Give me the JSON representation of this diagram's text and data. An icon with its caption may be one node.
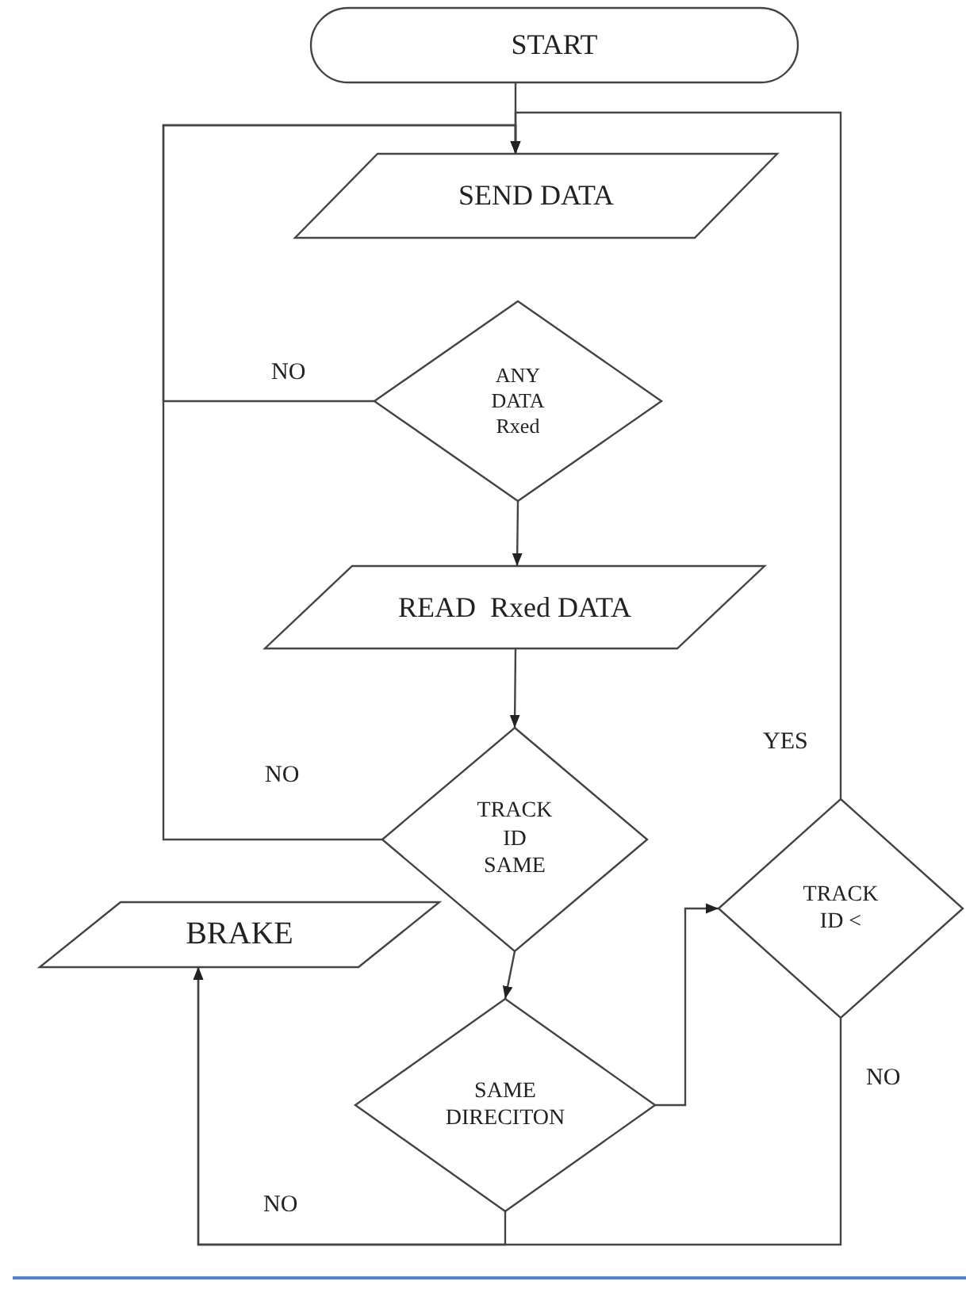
{
  "diagram": {
    "nodes": [
      {
        "text": [
          "START"
        ]
      },
      {
        "text": [
          "SEND DATA"
        ]
      },
      {
        "text": [
          "ANY DATA Rxed"
        ]
      },
      {
        "text": [
          "READ  Rxed DATA"
        ]
      },
      {
        "text": [
          "TRACK ID SAME"
        ]
      },
      {
        "text": [
          "BRAKE"
        ]
      },
      {
        "text": [
          "TRACK ID <"
        ]
      },
      {
        "text": [
          "SAME DIRECITON"
        ]
      }
    ],
    "edges": [
      {
        "from": 0,
        "to": 1,
        "arrow": "to"
      },
      {
        "from": 2,
        "to": 3,
        "arrow": "to"
      },
      {
        "from": 3,
        "to": 4,
        "arrow": "to"
      },
      {
        "from": 4,
        "to": 7,
        "arrow": "to"
      },
      {
        "from": 2,
        "to": 1,
        "arrow": "to",
        "label": "NO"
      },
      {
        "from": 4,
        "to": 1,
        "arrow": "to",
        "label": "NO"
      },
      {
        "from": 7,
        "to": 6,
        "arrow": "to"
      },
      {
        "from": 6,
        "to": 1,
        "arrow": "to",
        "label": "YES"
      },
      {
        "from": 7,
        "to": 5,
        "arrow": "to",
        "label": "NO"
      },
      {
        "from": 6,
        "to": 5,
        "arrow": "to",
        "label": "NO"
      }
    ]
  }
}
